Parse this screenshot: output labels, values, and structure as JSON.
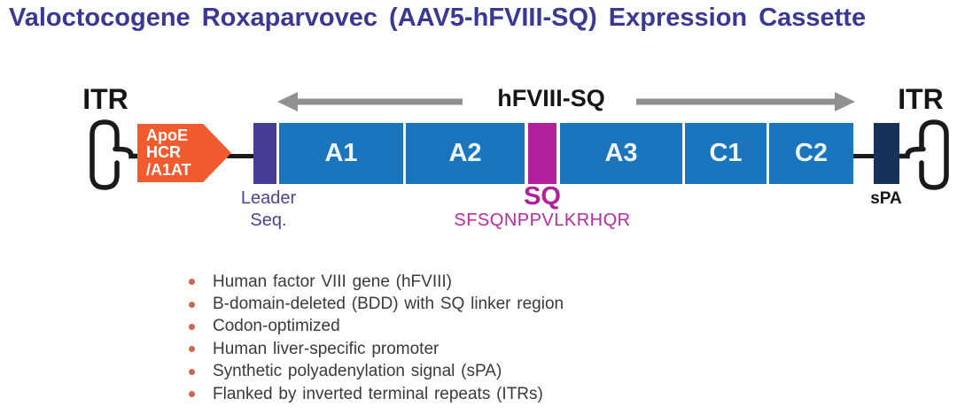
{
  "title": "Valoctocogene Roxaparvovec (AAV5-hFVIII-SQ) Expression Cassette",
  "diagram": {
    "itr_left": "ITR",
    "itr_right": "ITR",
    "promoter_lines": [
      "ApoE",
      "HCR",
      "/A1AT"
    ],
    "leader_label": [
      "Leader",
      "Seq."
    ],
    "gene_label": "hFVIII-SQ",
    "segments": [
      "A1",
      "A2",
      "A3",
      "C1",
      "C2"
    ],
    "sq_label": "SQ",
    "sq_sequence": "SFSQNPPVLKRHQR",
    "spa_label": "sPA"
  },
  "bullets": [
    "Human factor VIII gene (hFVIII)",
    "B-domain-deleted (BDD) with SQ linker region",
    "Codon-optimized",
    "Human liver-specific promoter",
    "Synthetic polyadenylation signal (sPA)",
    "Flanked by inverted terminal repeats (ITRs)"
  ],
  "colors": {
    "title_text": "#3a3894",
    "promoter_orange": "#f15b2e",
    "domain_blue": "#1b75bc",
    "leader_purple": "#453c94",
    "sq_magenta": "#b0209c",
    "spa_navy": "#16325b",
    "arrow_gray": "#909090",
    "backbone_black": "#1a1a1a",
    "bullet_dot": "#c7694c",
    "body_text": "#3a3a3a"
  }
}
